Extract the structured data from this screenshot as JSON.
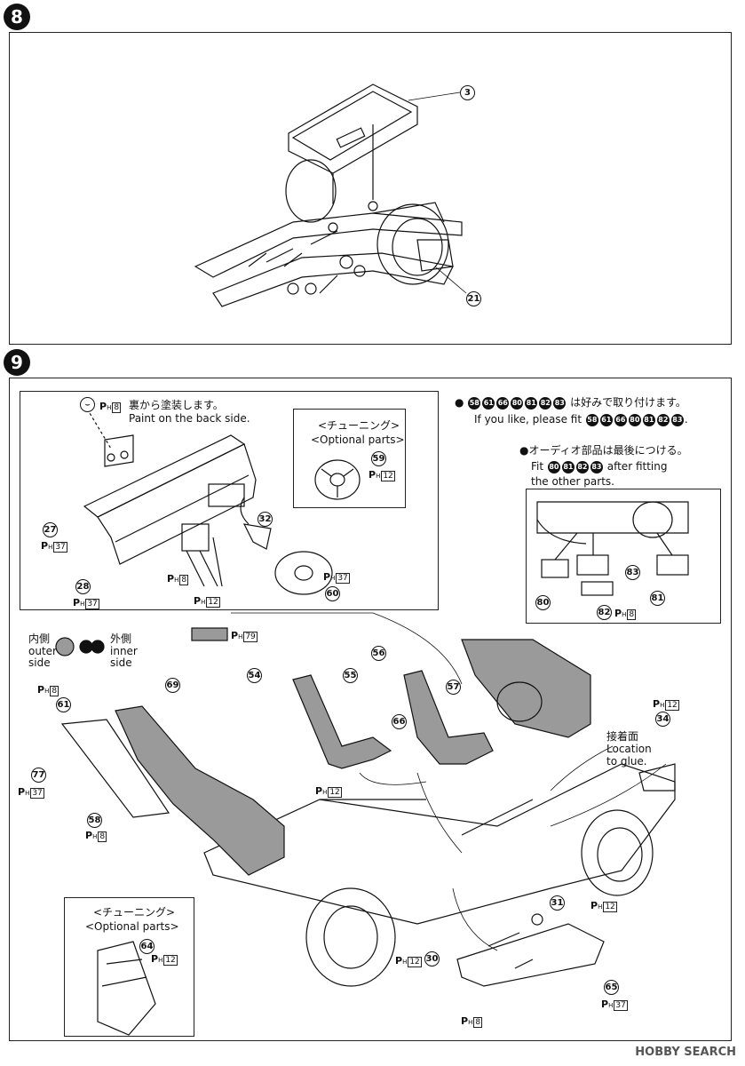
{
  "steps": {
    "step8": "8",
    "step9": "9"
  },
  "step8_parts": [
    "3",
    "21"
  ],
  "notes": {
    "paint_back_jp": "裏から塗装します。",
    "paint_back_en": "Paint on the back side.",
    "optional_jp": "<チューニング>",
    "optional_en": "<Optional parts>",
    "optional2_jp": "<チューニング>",
    "optional2_en": "<Optional parts>",
    "if_you_like_jp": "は好みで取り付けます。",
    "if_you_like_en_pre": "If you like, please fit",
    "audio_jp": "●オーディオ部品は最後につける。",
    "audio_en_pre": "Fit",
    "audio_en_post": "after fitting",
    "audio_en_line2": "the other parts.",
    "inner_jp": "内側",
    "inner_en1": "outer",
    "inner_en2": "side",
    "outer_jp": "外側",
    "outer_en1": "inner",
    "outer_en2": "side",
    "glue_jp": "接着面",
    "glue_en1": "Location",
    "glue_en2": "to glue."
  },
  "optional_list": [
    "58",
    "61",
    "66",
    "80",
    "81",
    "82",
    "83"
  ],
  "audio_list": [
    "80",
    "81",
    "82",
    "83"
  ],
  "paint_codes": {
    "c8": "8",
    "c12": "12",
    "c37": "37",
    "c79": "79"
  },
  "part_numbers": {
    "p27": "27",
    "p28": "28",
    "p32": "32",
    "p59": "59",
    "p60": "60",
    "p80": "80",
    "p81": "81",
    "p82": "82",
    "p83": "83",
    "p54": "54",
    "p55": "55",
    "p56": "56",
    "p57": "57",
    "p66": "66",
    "p69": "69",
    "p61": "61",
    "p77": "77",
    "p58": "58",
    "p34": "34",
    "p64": "64",
    "p31": "31",
    "p30": "30",
    "p65": "65"
  },
  "colors": {
    "swatch_gray": "#9a9a9a",
    "ink": "#111111"
  },
  "watermark": "HOBBY SEARCH"
}
